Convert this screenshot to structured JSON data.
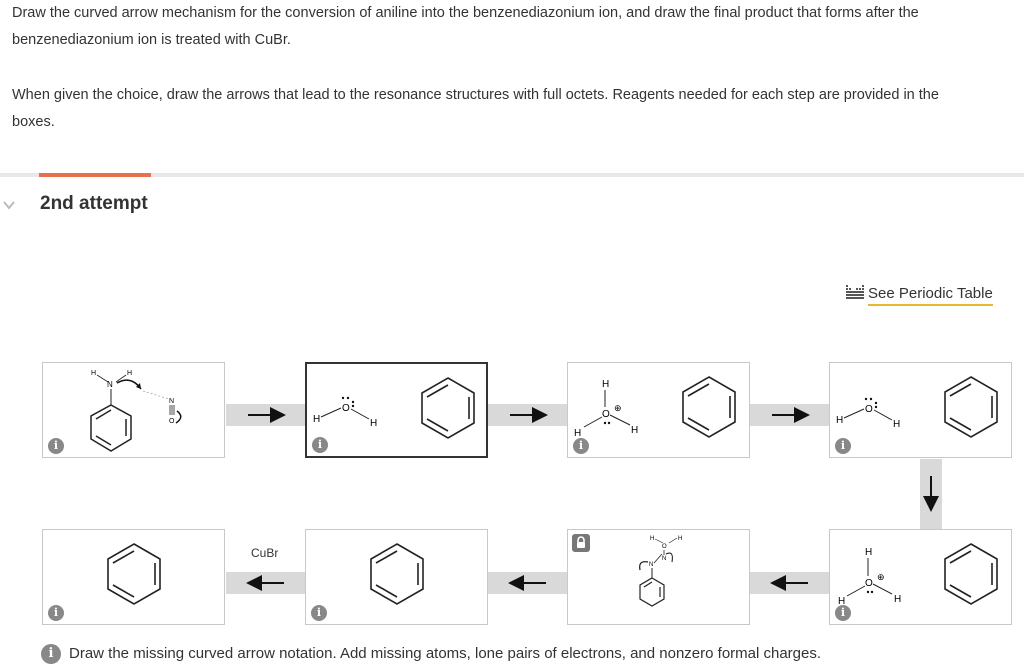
{
  "question": {
    "line1": "Draw the curved arrow mechanism for the conversion of aniline into the benzenediazonium ion, and draw the final product that forms after the",
    "line2": "benzenediazonium ion is treated with CuBr.",
    "line3": "When given the choice, draw the arrows that lead to the resonance structures with full octets. Reagents needed for each step are provided in the",
    "line4": "boxes."
  },
  "attempt": {
    "label": "2nd attempt"
  },
  "periodic_table": {
    "label": "See Periodic Table",
    "icon": "periodic-table-icon"
  },
  "mechanism": {
    "reagent_label": "CuBr",
    "info_glyph": "i",
    "atoms": {
      "H": "H",
      "N": "N",
      "O": "O",
      "charge_plus": "⊕"
    }
  },
  "footer": {
    "text": "Draw the missing curved arrow notation. Add missing atoms, lone pairs of electrons, and nonzero formal charges."
  },
  "colors": {
    "accent": "#e8704d",
    "link_underline": "#e6b92f",
    "connector": "#d9d9d9",
    "border": "#c8c8c8"
  }
}
